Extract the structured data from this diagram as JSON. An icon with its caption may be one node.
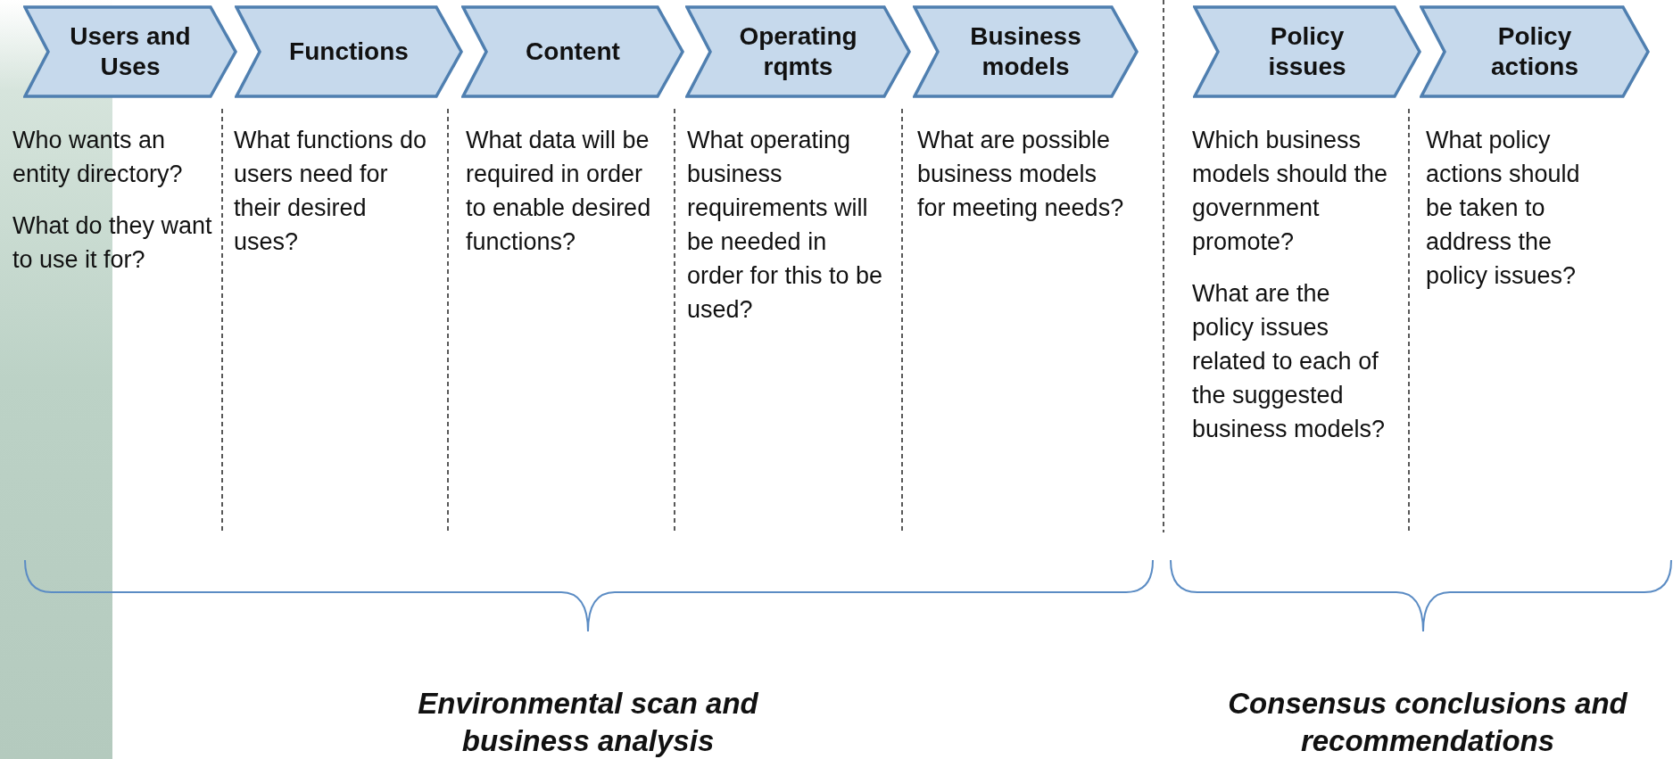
{
  "diagram": {
    "nodes": [
      {
        "text": [
          "Users and Uses"
        ],
        "beside": [
          "Who wants an entity directory?",
          "What do they want to use it for?"
        ]
      },
      {
        "text": [
          "Functions"
        ],
        "beside": [
          "What functions do users need for their desired uses?"
        ]
      },
      {
        "text": [
          "Content"
        ],
        "beside": [
          "What data will be required in order to enable desired functions?"
        ]
      },
      {
        "text": [
          "Operating rqmts"
        ],
        "beside": [
          "What operating business requirements will be needed in order for this to be used?"
        ]
      },
      {
        "text": [
          "Business models"
        ],
        "beside": [
          "What are possible business models for meeting needs?"
        ]
      },
      {
        "text": [
          "Policy issues"
        ],
        "beside": [
          "Which business models should the government promote?",
          "What are the policy issues related to each of the suggested business models?"
        ]
      },
      {
        "text": [
          "Policy actions"
        ],
        "beside": [
          "What policy actions should be taken to address the policy issues?"
        ]
      }
    ],
    "labels": [
      "Environmental scan and business analysis",
      "Consensus conclusions and recommendations"
    ]
  }
}
